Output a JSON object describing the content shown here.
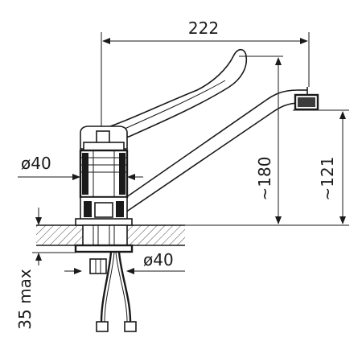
{
  "dimensions": {
    "total_width": "222",
    "handle_diameter": "ø40",
    "base_diameter": "ø40",
    "overall_height": "~180",
    "spout_height": "~121",
    "max_mount_thickness": "35 max"
  },
  "colors": {
    "line": "#1a1a1a",
    "background": "#ffffff"
  }
}
